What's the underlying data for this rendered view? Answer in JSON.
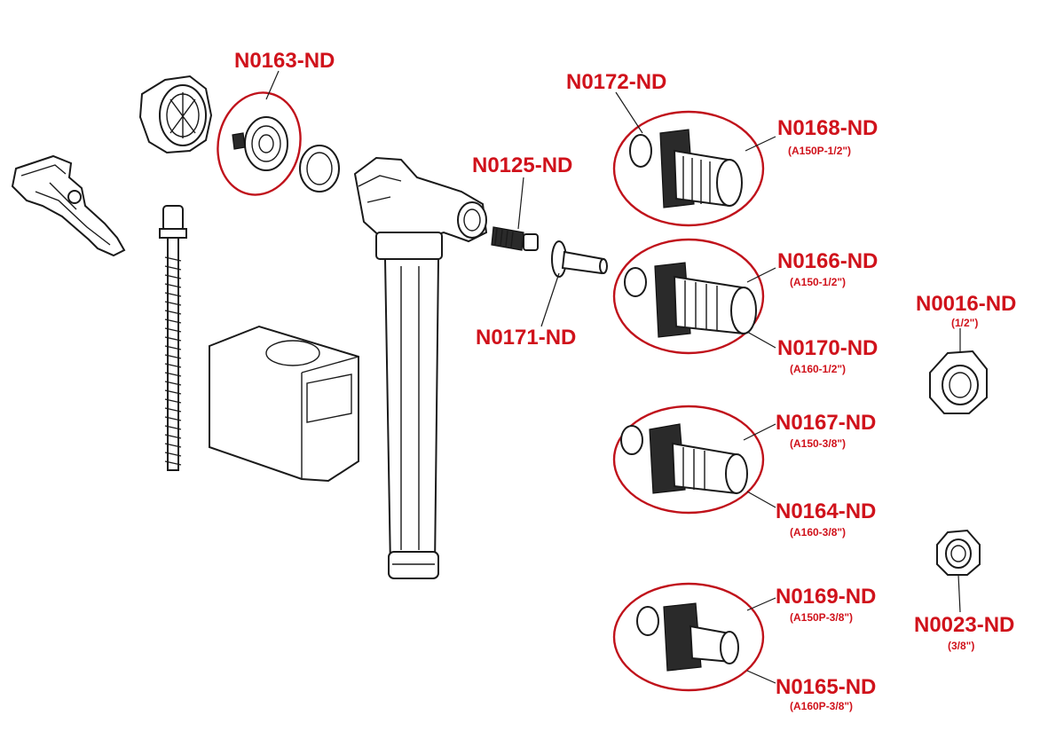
{
  "colors": {
    "accent": "#d0121b",
    "outline": "#1a1a1a",
    "background": "#ffffff"
  },
  "labels": {
    "n0163": {
      "code": "N0163-ND"
    },
    "n0172": {
      "code": "N0172-ND"
    },
    "n0168": {
      "code": "N0168-ND",
      "sub": "(A150P-1/2\")"
    },
    "n0125": {
      "code": "N0125-ND"
    },
    "n0171": {
      "code": "N0171-ND"
    },
    "n0166": {
      "code": "N0166-ND",
      "sub": "(A150-1/2\")"
    },
    "n0170": {
      "code": "N0170-ND",
      "sub": "(A160-1/2\")"
    },
    "n0016": {
      "code": "N0016-ND",
      "sub": "(1/2\")"
    },
    "n0167": {
      "code": "N0167-ND",
      "sub": "(A150-3/8\")"
    },
    "n0164": {
      "code": "N0164-ND",
      "sub": "(A160-3/8\")"
    },
    "n0169": {
      "code": "N0169-ND",
      "sub": "(A150P-3/8\")"
    },
    "n0165": {
      "code": "N0165-ND",
      "sub": "(A160P-3/8\")"
    },
    "n0023": {
      "code": "N0023-ND",
      "sub": "(3/8\")"
    }
  }
}
